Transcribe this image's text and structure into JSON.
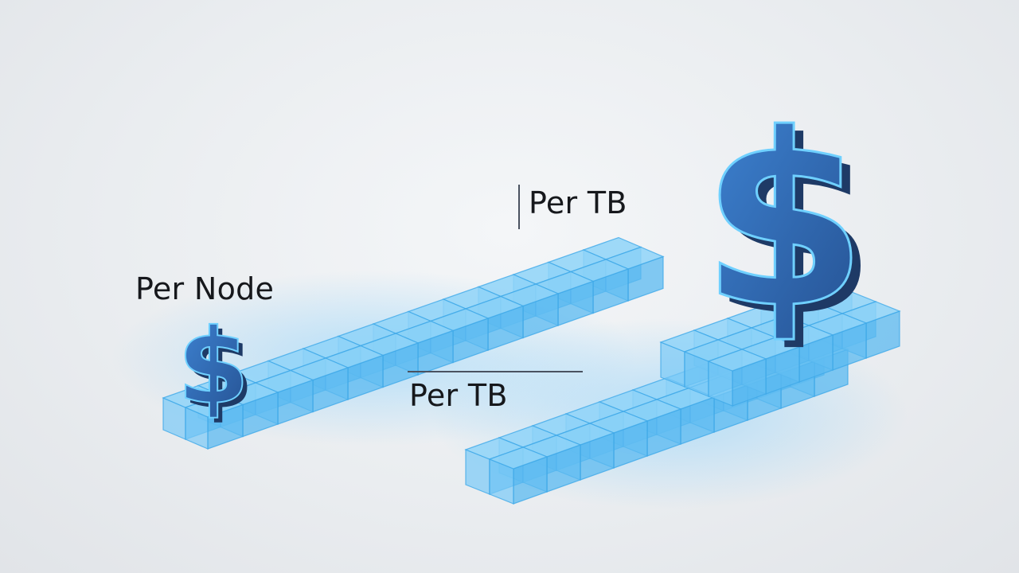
{
  "labels": {
    "per_node": "Per Node",
    "per_tb_top": "Per TB",
    "per_tb_bottom": "Per TB"
  },
  "symbols": {
    "small_dollar": "$",
    "large_dollar": "$"
  },
  "icons": [
    "dollar-sign-icon",
    "dollar-sign-icon"
  ],
  "colors": {
    "background": "#eaedf0",
    "cube_fill": "#8fd3f8",
    "cube_edge": "#3fa9e8",
    "dollar_fill": "#2f6fbf",
    "dollar_shade": "#1e3a66",
    "label_text": "#16181c"
  }
}
